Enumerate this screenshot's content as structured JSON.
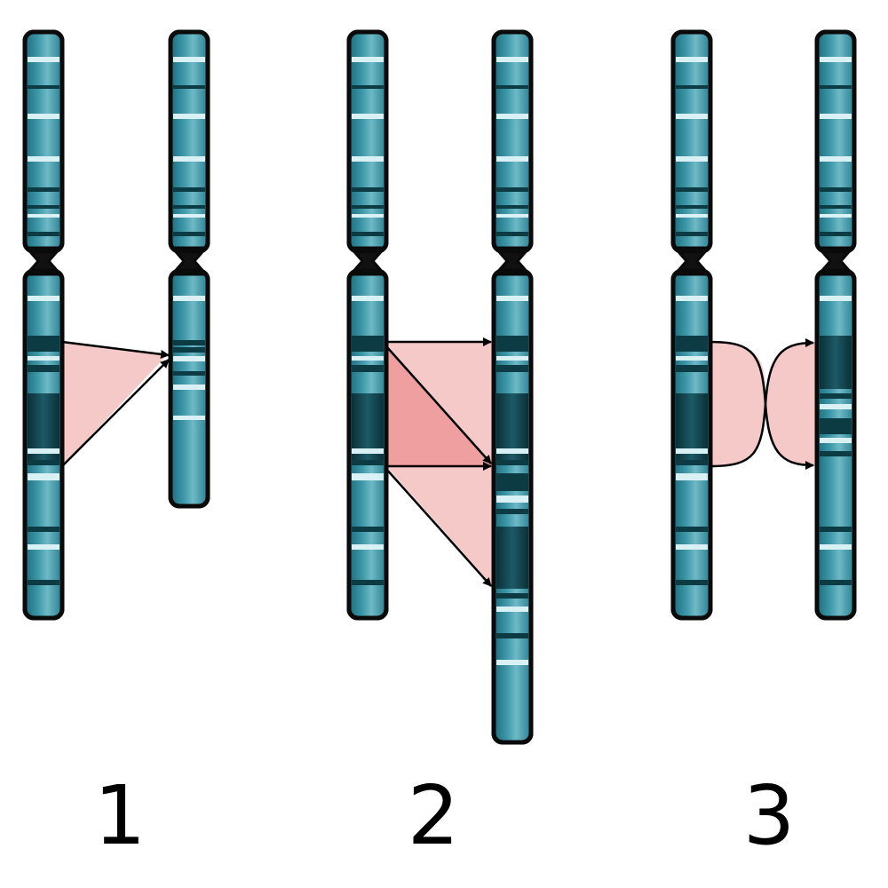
{
  "panels": [
    {
      "label": "1"
    },
    {
      "label": "2"
    },
    {
      "label": "3"
    }
  ],
  "colors": {
    "chromosome_base": "#2f8799",
    "chromosome_highlight": "#8fd3dc",
    "band_dark": "#0c3b44",
    "band_light": "#d9f1f5",
    "outline": "#0a0a0a",
    "transfer_fill": "#f6c9c9",
    "transfer_fill_dark": "#ef9f9f",
    "arrow": "#000000"
  }
}
